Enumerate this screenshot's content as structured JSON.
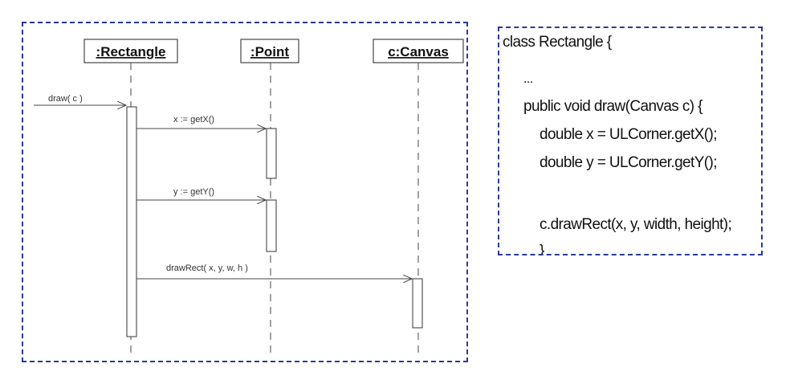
{
  "sequence_diagram": {
    "lifelines": [
      {
        "label": ":Rectangle"
      },
      {
        "label": ":Point"
      },
      {
        "label": "c:Canvas"
      }
    ],
    "messages": [
      {
        "label": "draw( c )"
      },
      {
        "label": "x := getX()"
      },
      {
        "label": "y := getY()"
      },
      {
        "label": "drawRect( x, y, w, h )"
      }
    ]
  },
  "code": {
    "lines": [
      "class Rectangle {",
      "...",
      "public void draw(Canvas c) {",
      "double x = ULCorner.getX();",
      "double y = ULCorner.getY();",
      "",
      "c.drawRect(x, y, width, height);",
      "}"
    ]
  },
  "colors": {
    "border": "#2b3a9e",
    "line": "#444444",
    "text": "#111111"
  }
}
